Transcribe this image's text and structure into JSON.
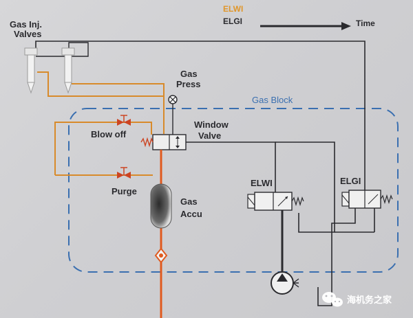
{
  "legend": {
    "elwi": "ELWI",
    "elgi": "ELGI",
    "time": "Time",
    "elwi_color": "#e0962a",
    "elgi_color": "#2a2a2e"
  },
  "labels": {
    "gas_inj_line1": "Gas Inj.",
    "gas_inj_line2": "Valves",
    "gas_press_line1": "Gas",
    "gas_press_line2": "Press",
    "gas_block": "Gas Block",
    "blow_off": "Blow off",
    "window_valve_line1": "Window",
    "window_valve_line2": "Valve",
    "purge": "Purge",
    "gas_accu_line1": "Gas",
    "gas_accu_line2": "Accu",
    "elwi_valve": "ELWI",
    "elgi_valve": "ELGI"
  },
  "watermark": {
    "text": "海机务之家",
    "icon": "wechat-icon"
  },
  "colors": {
    "gas_line": "#d88a2a",
    "gas_high": "#e05a1e",
    "signal_line": "#2a2a2e",
    "block_border": "#3a6fb0"
  }
}
